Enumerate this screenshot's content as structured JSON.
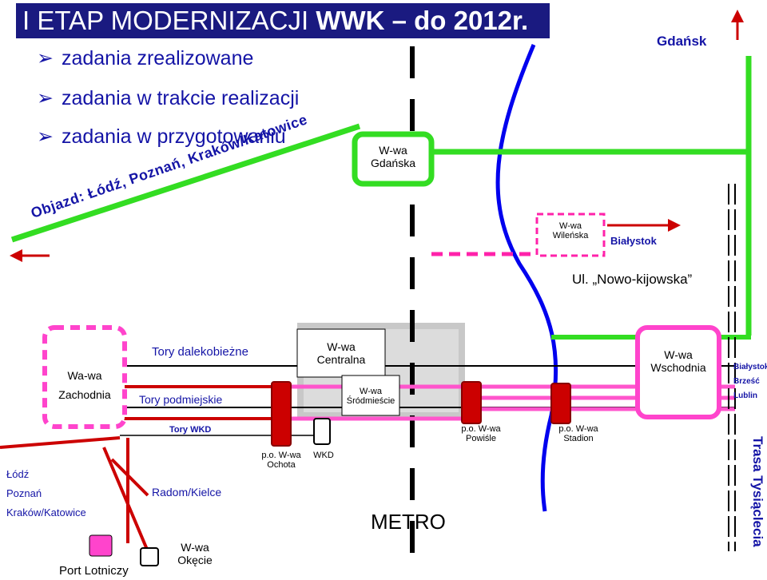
{
  "title": {
    "normal": "I ETAP MODERNIZACJI ",
    "bold": "WWK – do 2012r."
  },
  "legend": [
    {
      "mark": "➢",
      "label": "zadania zrealizowane"
    },
    {
      "mark": "➢",
      "label": "zadania w trakcie realizacji"
    },
    {
      "mark": "➢",
      "label": "zadania w przygotowaniu"
    }
  ],
  "detour": "Objazd: Łódź, Poznań, Kraków/Katowice",
  "directions": {
    "gdansk": "Gdańsk",
    "bialystok": "Białystok",
    "east_bialystok": "Białystok",
    "east_brzesc": "Brześć",
    "east_lublin": "Lublin",
    "west_lodz": "Łódź",
    "west_poznan": "Poznań",
    "west_krakow": "Kraków/Katowice",
    "radom": "Radom/Kielce"
  },
  "stations": {
    "gdanska": [
      "W-wa",
      "Gdańska"
    ],
    "wilenska": [
      "W-wa",
      "Wileńska"
    ],
    "zachodnia": [
      "Wa-wa",
      "Zachodnia"
    ],
    "centralna": [
      "W-wa",
      "Centralna"
    ],
    "srodmiescie": [
      "W-wa",
      "Śródmieście"
    ],
    "wschodnia": [
      "W-wa",
      "Wschodnia"
    ],
    "ochota": [
      "p.o. W-wa",
      "Ochota"
    ],
    "wkd": "WKD",
    "powisle": [
      "p.o. W-wa",
      "Powiśle"
    ],
    "stadion": [
      "p.o. W-wa",
      "Stadion"
    ],
    "okecie": [
      "W-wa",
      "Okęcie"
    ],
    "port": "Port Lotniczy"
  },
  "track_labels": {
    "long_distance": "Tory dalekobieżne",
    "suburban": "Tory podmiejskie",
    "wkd_tracks": "Tory WKD"
  },
  "street": "Ul. „Nowo-kijowska”",
  "metro": "METRO",
  "trasa": "Trasa Tysiąclecia",
  "colors": {
    "title_bg": "#1a1a80",
    "legend_text": "#1414a6",
    "green": "#33dd22",
    "blue": "#0000ee",
    "red": "#cc0000",
    "pink": "#ff55cc",
    "magenta_fill": "#ff2fb0"
  }
}
